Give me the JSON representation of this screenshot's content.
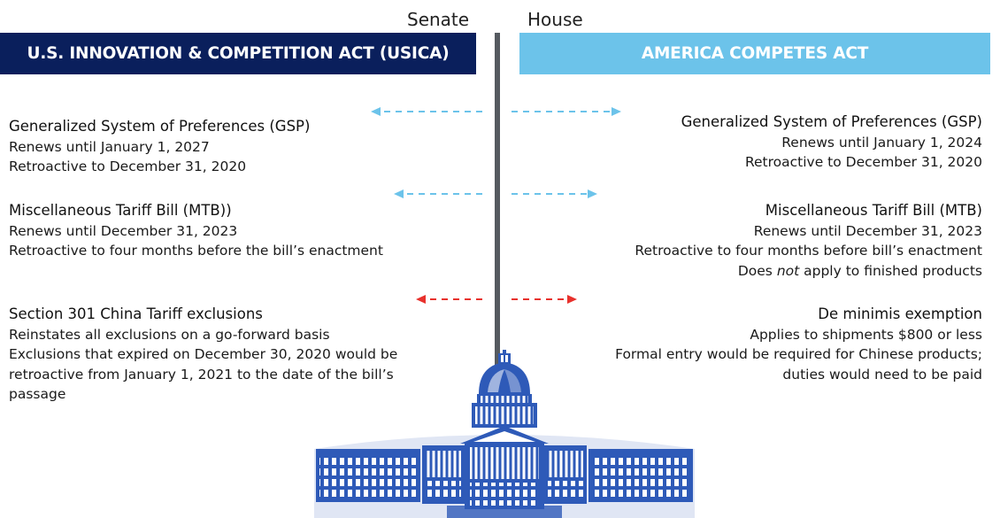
{
  "header": {
    "senate_label": "Senate",
    "house_label": "House",
    "senate_act": "U.S. INNOVATION & COMPETITION ACT (USICA)",
    "house_act": "AMERICA COMPETES ACT"
  },
  "colors": {
    "senate_banner": "#0a1f5c",
    "house_banner": "#6cc3ea",
    "arrow_similar": "#6cc3ea",
    "arrow_different": "#e8312c",
    "capitol": "#2e5ab8"
  },
  "senate": [
    {
      "title": "Generalized System of Preferences (GSP)",
      "lines": [
        "Renews until January 1, 2027",
        "Retroactive to December 31, 2020"
      ]
    },
    {
      "title": "Miscellaneous Tariff Bill (MTB))",
      "lines": [
        "Renews until December 31, 2023",
        "Retroactive to four months before the bill’s enactment"
      ]
    },
    {
      "title": "Section 301 China Tariff exclusions",
      "lines": [
        "Reinstates all exclusions on a go-forward basis",
        "Exclusions that expired on December 30, 2020 would be retroactive from January 1, 2021 to the date of the bill’s passage"
      ]
    }
  ],
  "house": [
    {
      "title": "Generalized System of Preferences (GSP)",
      "lines": [
        "Renews until January 1, 2024",
        "Retroactive to December 31, 2020"
      ]
    },
    {
      "title": "Miscellaneous Tariff Bill (MTB)",
      "lines": [
        "Renews until December 31, 2023",
        "Retroactive to four months before bill’s enactment"
      ],
      "line_not": {
        "pre": "Does ",
        "em": "not",
        "post": " apply to finished products"
      }
    },
    {
      "title": "De minimis exemption",
      "lines": [
        "Applies to shipments $800 or less",
        "Formal entry would be required for Chinese products;",
        "duties would need to be paid"
      ]
    }
  ]
}
